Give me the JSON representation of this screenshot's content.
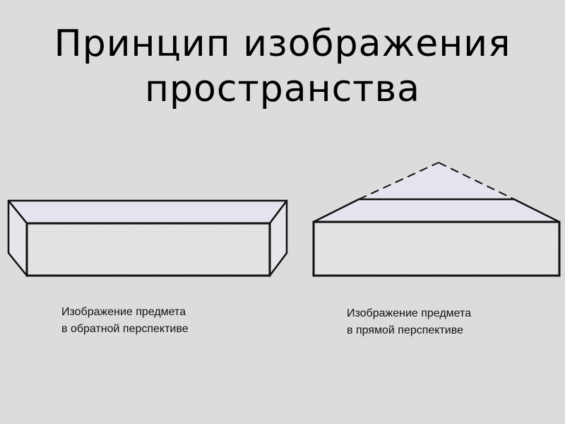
{
  "title": {
    "line1": "Принцип изображения",
    "line2": "пространства"
  },
  "figures": [
    {
      "caption_line1": "Изображение предмета",
      "caption_line2": "в обратной перспективе"
    },
    {
      "caption_line1": "Изображение предмета",
      "caption_line2": "в прямой перспективе"
    }
  ],
  "colors": {
    "background": "#dcdcdc",
    "top_face": "#e4e4ee",
    "front_face": "#e8e8e8",
    "outline": "#111111"
  }
}
